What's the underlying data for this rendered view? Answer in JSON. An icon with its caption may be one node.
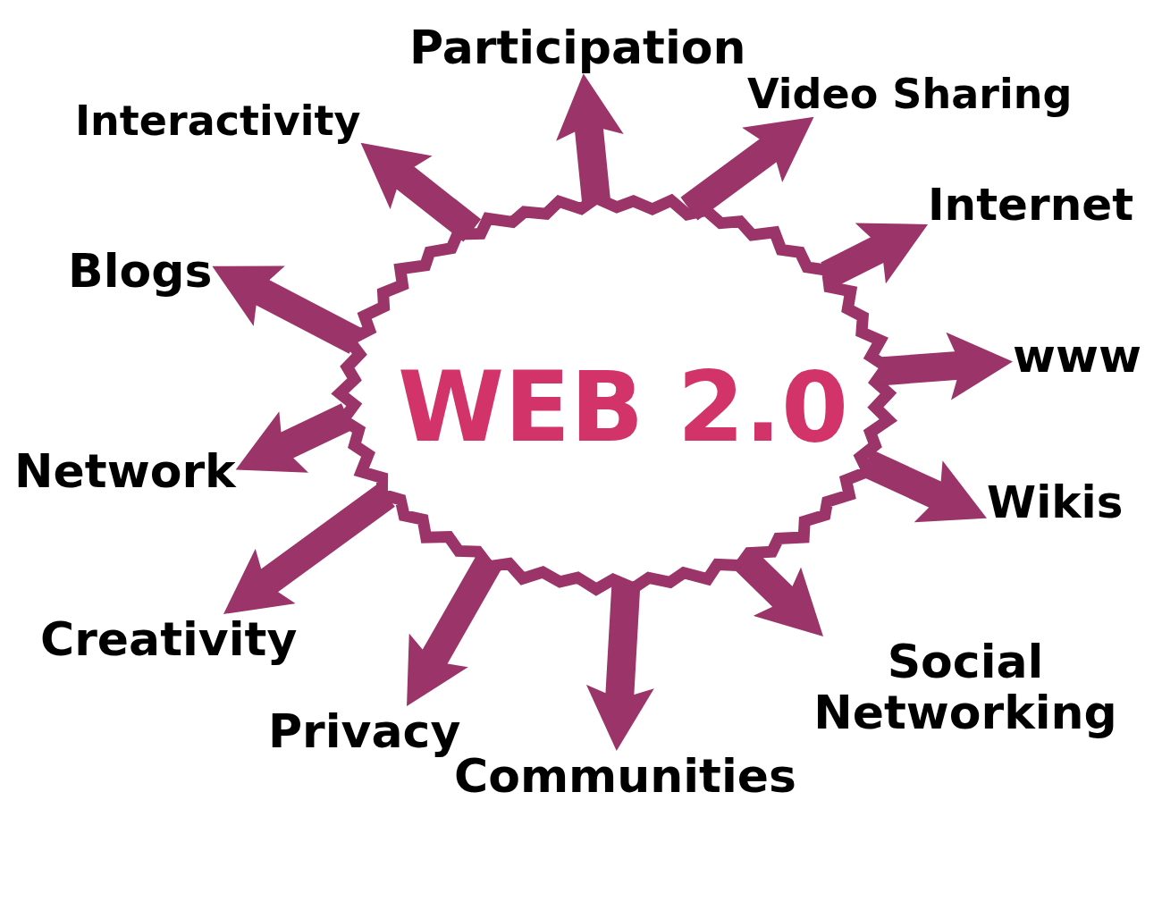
{
  "diagram": {
    "nodes": [
      {
        "text": [
          "WEB 2.0"
        ]
      },
      {
        "text": [
          "Participation"
        ]
      },
      {
        "text": [
          "Video Sharing"
        ]
      },
      {
        "text": [
          "Internet"
        ]
      },
      {
        "text": [
          "www"
        ]
      },
      {
        "text": [
          "Wikis"
        ]
      },
      {
        "text": [
          "Social Networking"
        ]
      },
      {
        "text": [
          "Communities"
        ]
      },
      {
        "text": [
          "Privacy"
        ]
      },
      {
        "text": [
          "Creativity"
        ]
      },
      {
        "text": [
          "Network"
        ]
      },
      {
        "text": [
          "Blogs"
        ]
      },
      {
        "text": [
          "Interactivity"
        ]
      }
    ],
    "edges": [
      {
        "from": 0,
        "to": 1,
        "arrow": "to"
      },
      {
        "from": 0,
        "to": 2,
        "arrow": "to"
      },
      {
        "from": 0,
        "to": 3,
        "arrow": "to"
      },
      {
        "from": 0,
        "to": 4,
        "arrow": "to"
      },
      {
        "from": 0,
        "to": 5,
        "arrow": "to"
      },
      {
        "from": 0,
        "to": 6,
        "arrow": "to"
      },
      {
        "from": 0,
        "to": 7,
        "arrow": "to"
      },
      {
        "from": 0,
        "to": 8,
        "arrow": "to"
      },
      {
        "from": 0,
        "to": 9,
        "arrow": "to"
      },
      {
        "from": 0,
        "to": 10,
        "arrow": "to"
      },
      {
        "from": 0,
        "to": 11,
        "arrow": "to"
      },
      {
        "from": 0,
        "to": 12,
        "arrow": "to"
      }
    ]
  }
}
